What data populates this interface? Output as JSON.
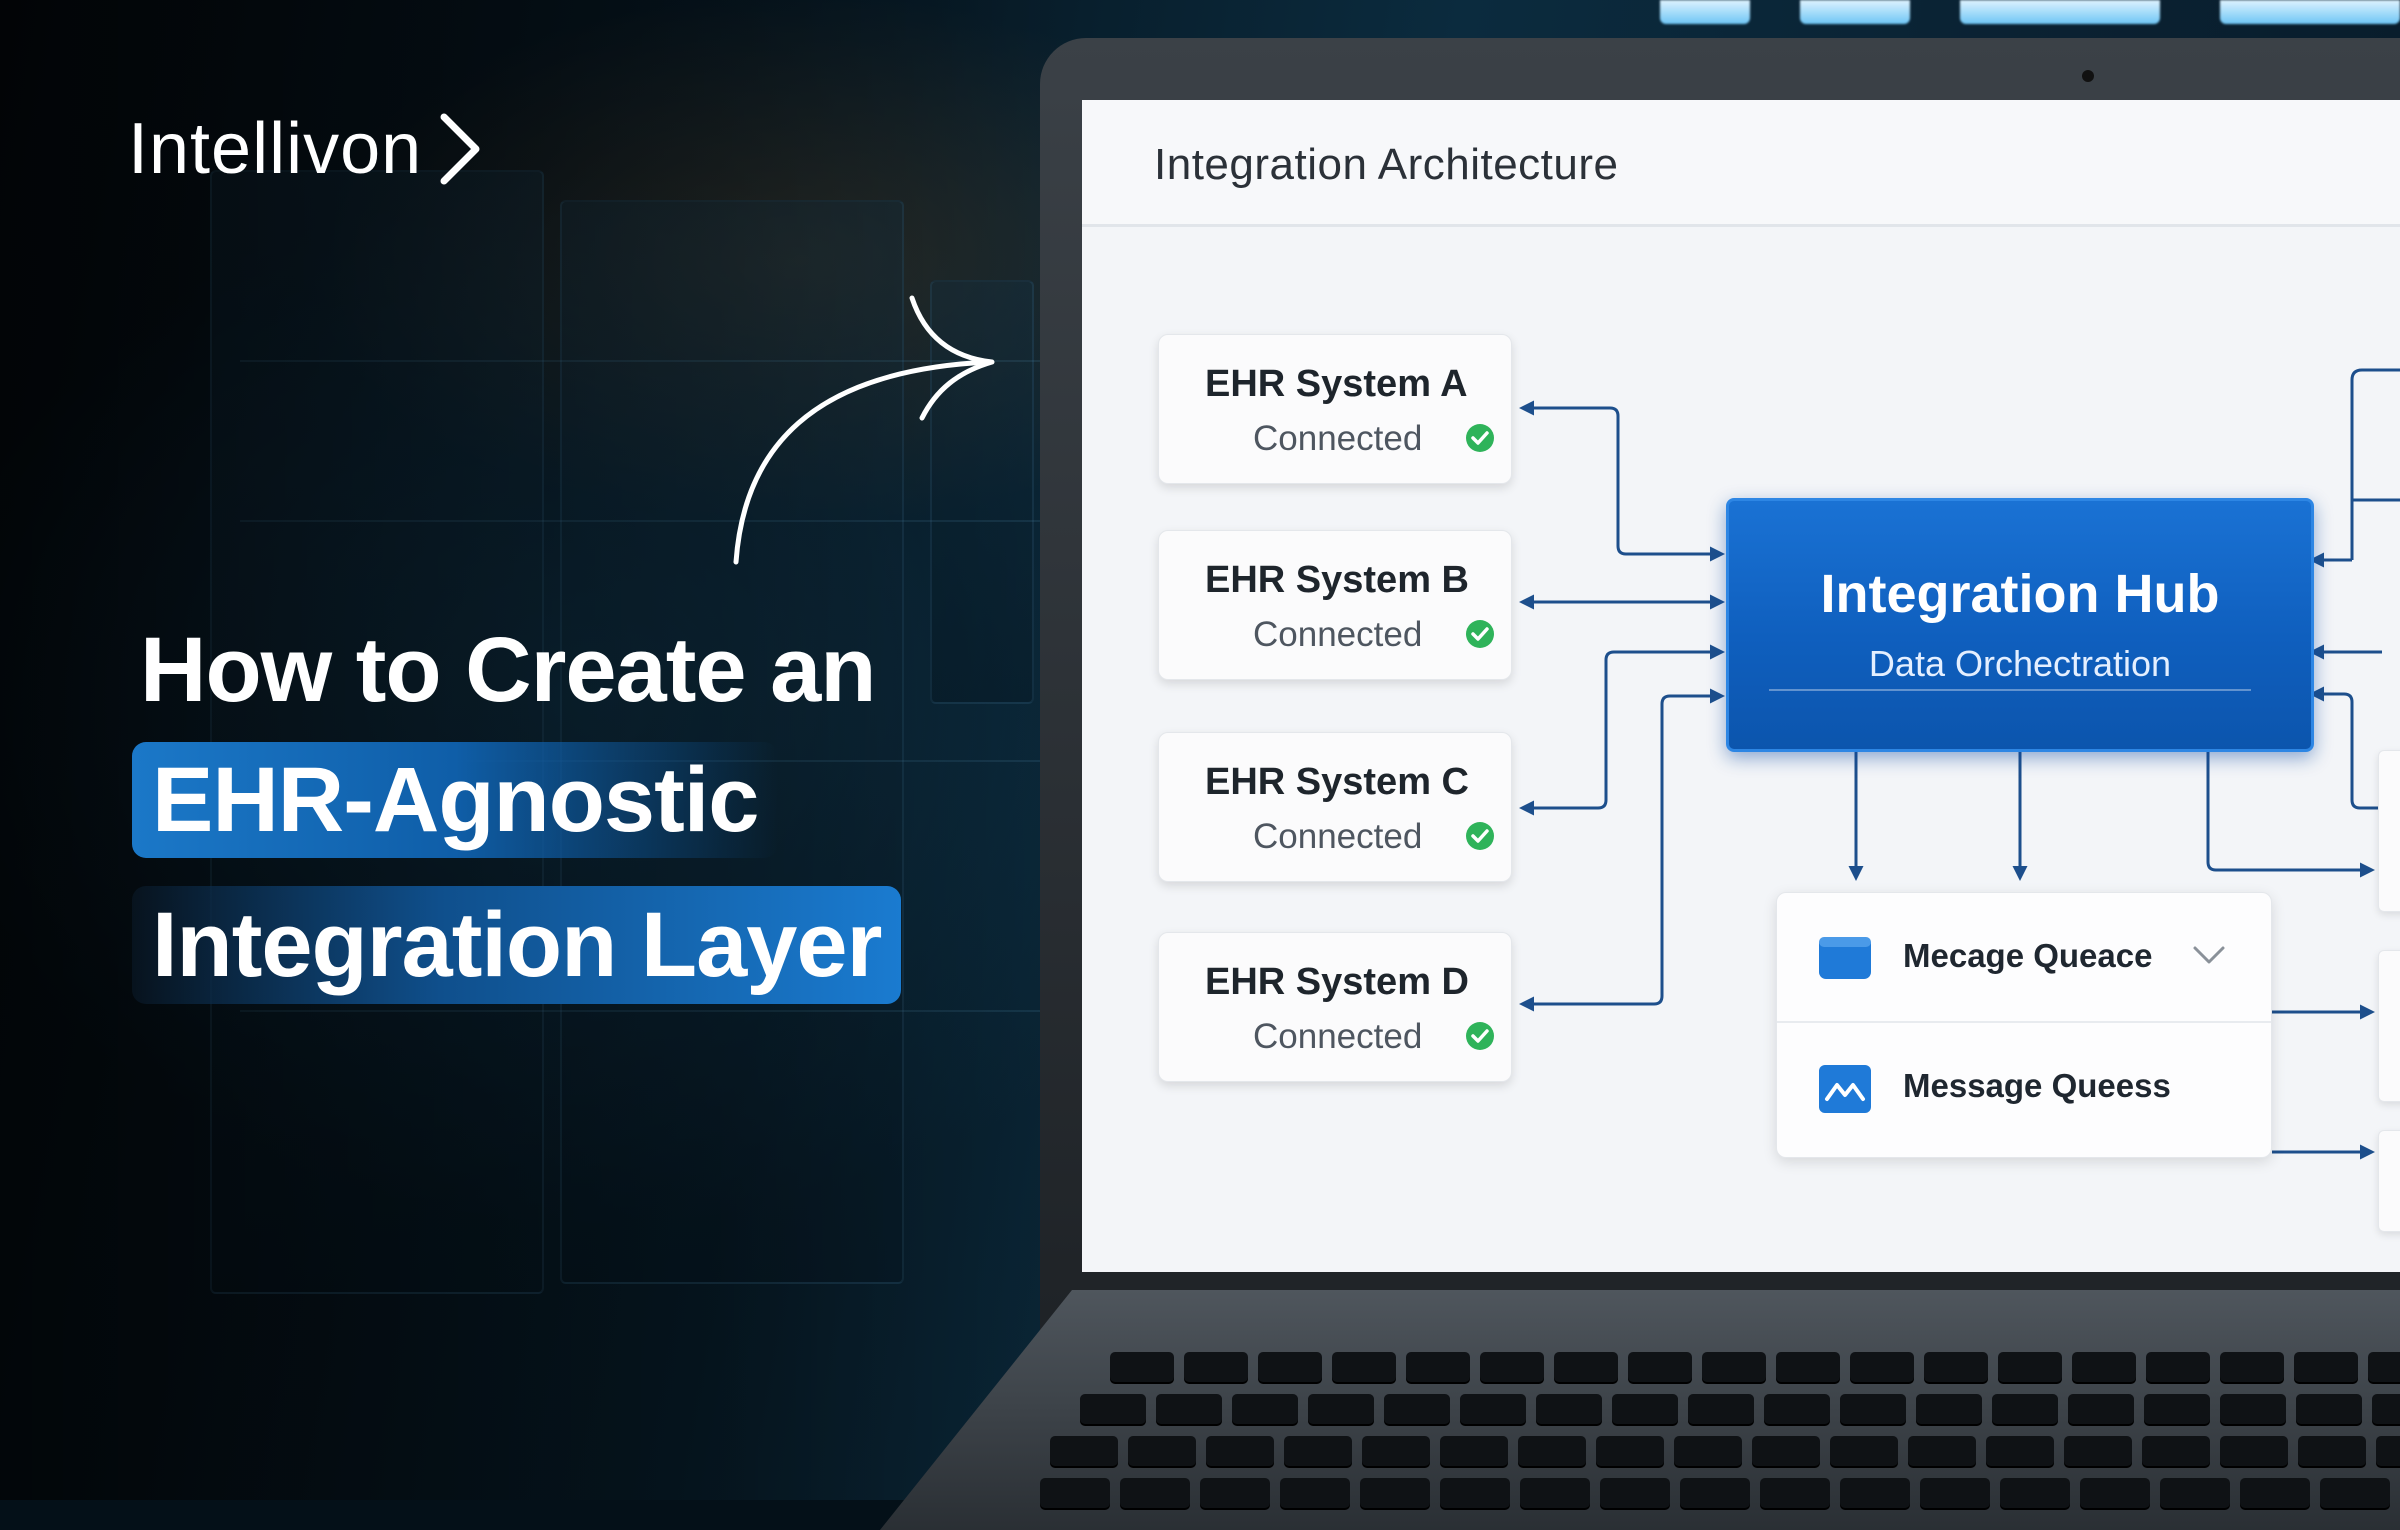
{
  "brand": {
    "name": "Intellivon"
  },
  "headline": {
    "line1": "How to Create an",
    "line2": "EHR-Agnostic",
    "line3": "Integration Layer"
  },
  "screen": {
    "title": "Integration Architecture",
    "ehr_systems": [
      {
        "name": "EHR System A",
        "status": "Connected"
      },
      {
        "name": "EHR System B",
        "status": "Connected"
      },
      {
        "name": "EHR System C",
        "status": "Connected"
      },
      {
        "name": "EHR System D",
        "status": "Connected"
      }
    ],
    "hub": {
      "title": "Integration Hub",
      "subtitle": "Data Orchectration"
    },
    "queues": [
      {
        "label": "Mecage Queace",
        "icon": "queue-card-icon"
      },
      {
        "label": "Message Queess",
        "icon": "message-mail-icon"
      }
    ]
  },
  "colors": {
    "accent_blue": "#1a72d4",
    "status_green": "#2fb35a",
    "background_dark": "#041018"
  }
}
